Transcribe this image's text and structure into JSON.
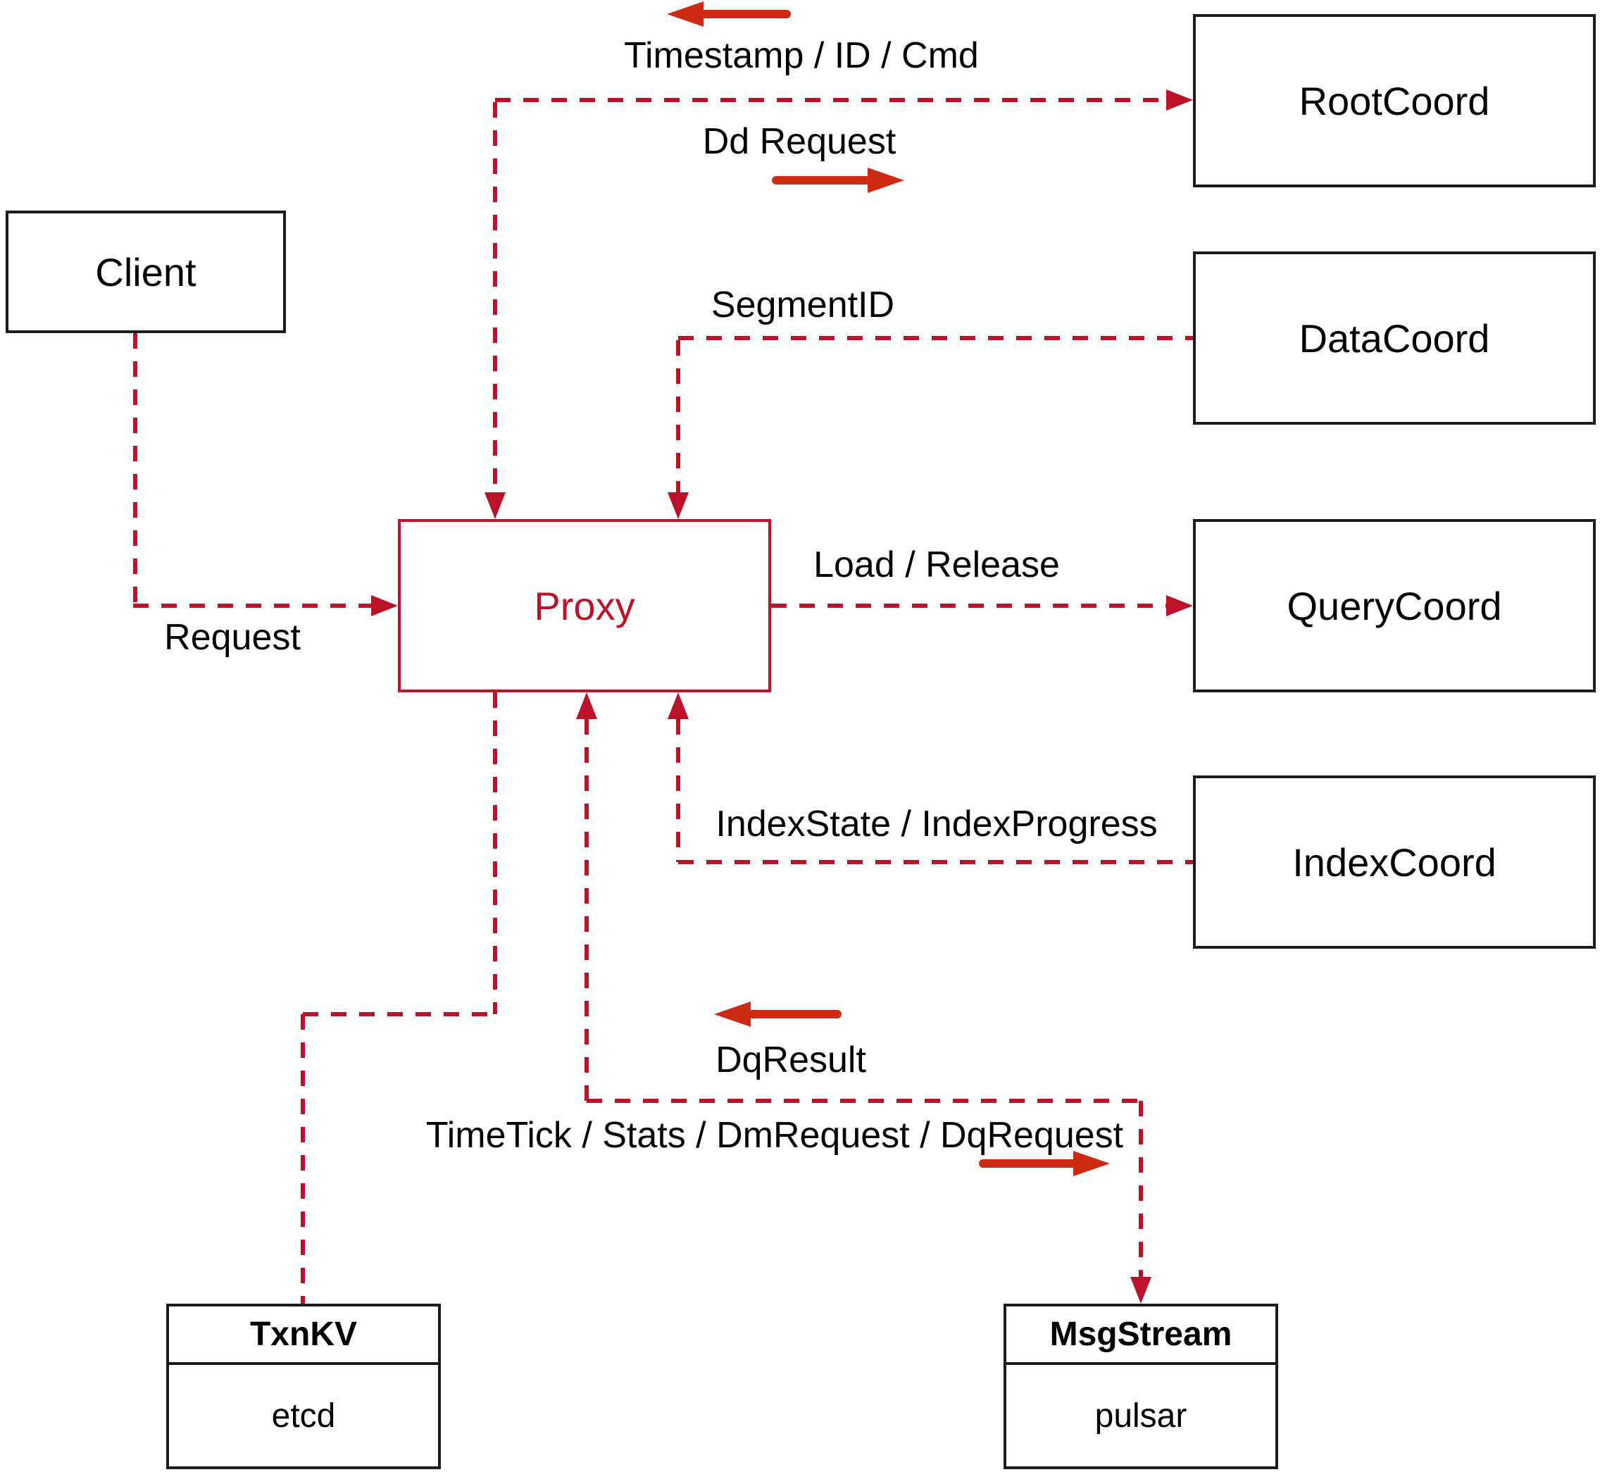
{
  "nodes": {
    "client": {
      "label": "Client"
    },
    "rootcoord": {
      "label": "RootCoord"
    },
    "datacoord": {
      "label": "DataCoord"
    },
    "querycoord": {
      "label": "QueryCoord"
    },
    "indexcoord": {
      "label": "IndexCoord"
    },
    "proxy": {
      "label": "Proxy"
    },
    "txnkv": {
      "title": "TxnKV",
      "impl": "etcd"
    },
    "msgstream": {
      "title": "MsgStream",
      "impl": "pulsar"
    }
  },
  "edge_labels": {
    "request": "Request",
    "timestamp_id_cmd": "Timestamp / ID / Cmd",
    "dd_request": "Dd Request",
    "segment_id": "SegmentID",
    "load_release": "Load / Release",
    "index_state_progress": "IndexState / IndexProgress",
    "dq_result": "DqResult",
    "timetick_stats": "TimeTick / Stats / DmRequest / DqRequest"
  },
  "edges": [
    {
      "from": "Client",
      "to": "Proxy",
      "label": "Request",
      "style": "dashed-arrow"
    },
    {
      "from": "Proxy",
      "to": "RootCoord",
      "send": "Dd Request",
      "receive": "Timestamp / ID / Cmd",
      "style": "dashed-bidirectional"
    },
    {
      "from": "DataCoord",
      "to": "Proxy",
      "label": "SegmentID",
      "style": "dashed-arrow"
    },
    {
      "from": "Proxy",
      "to": "QueryCoord",
      "label": "Load / Release",
      "style": "dashed-arrow"
    },
    {
      "from": "IndexCoord",
      "to": "Proxy",
      "label": "IndexState / IndexProgress",
      "style": "dashed-arrow"
    },
    {
      "from": "Proxy",
      "to": "TxnKV",
      "style": "dashed-plain"
    },
    {
      "from": "Proxy",
      "to": "MsgStream",
      "send": "TimeTick / Stats / DmRequest / DqRequest",
      "receive": "DqResult",
      "style": "dashed-bidirectional"
    }
  ],
  "colors": {
    "dashed_line_red": "#bc1229",
    "solid_arrow_red": "#cc2a12",
    "box_border_black": "#1c1c1c",
    "proxy_red": "#bc1229",
    "background": "#ffffff"
  }
}
